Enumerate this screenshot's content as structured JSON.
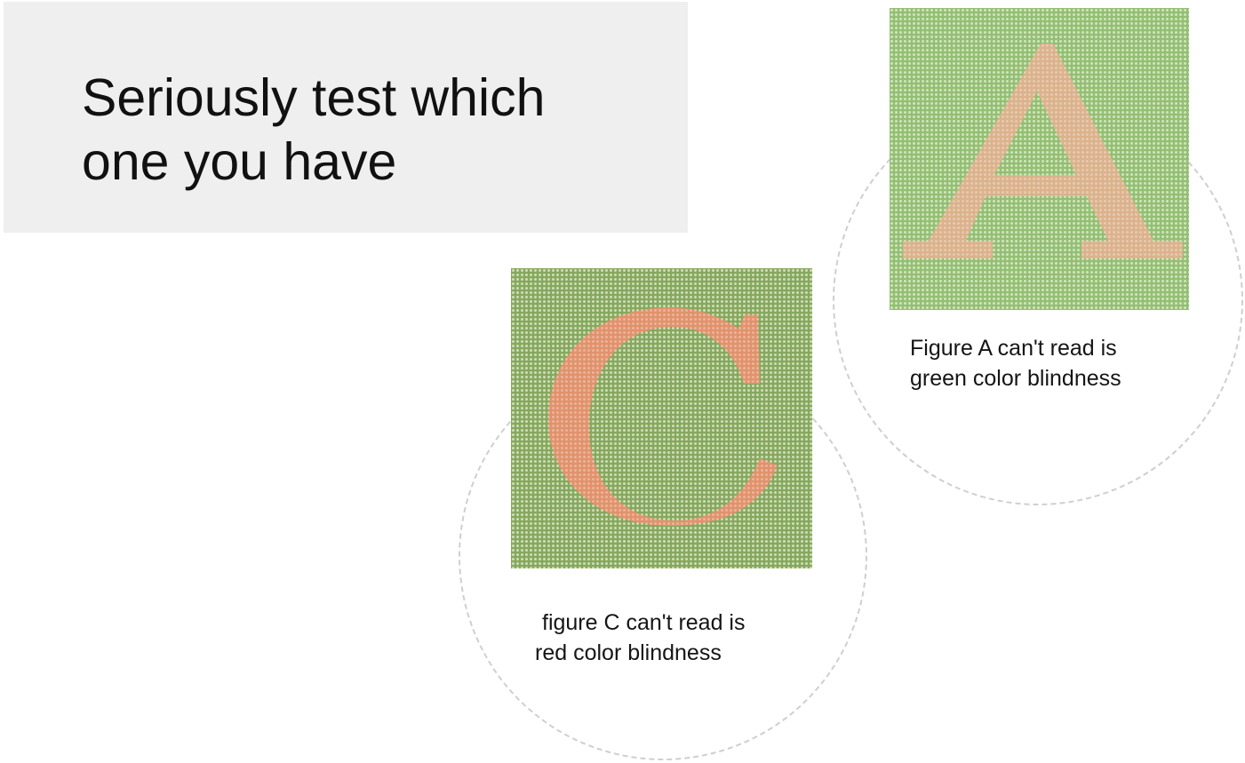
{
  "headline": {
    "line1": "Seriously test which",
    "line2": "one you have"
  },
  "figure_a": {
    "letter": "A",
    "caption_line1": "Figure A can't read is",
    "caption_line2": "green color blindness",
    "background_color": "#93bf73",
    "letter_color": "#e3b090"
  },
  "figure_c": {
    "letter": "C",
    "caption_line1": "figure C can't read is",
    "caption_line2": "red color blindness",
    "background_color": "#86a85e",
    "letter_color": "#e9906f"
  }
}
